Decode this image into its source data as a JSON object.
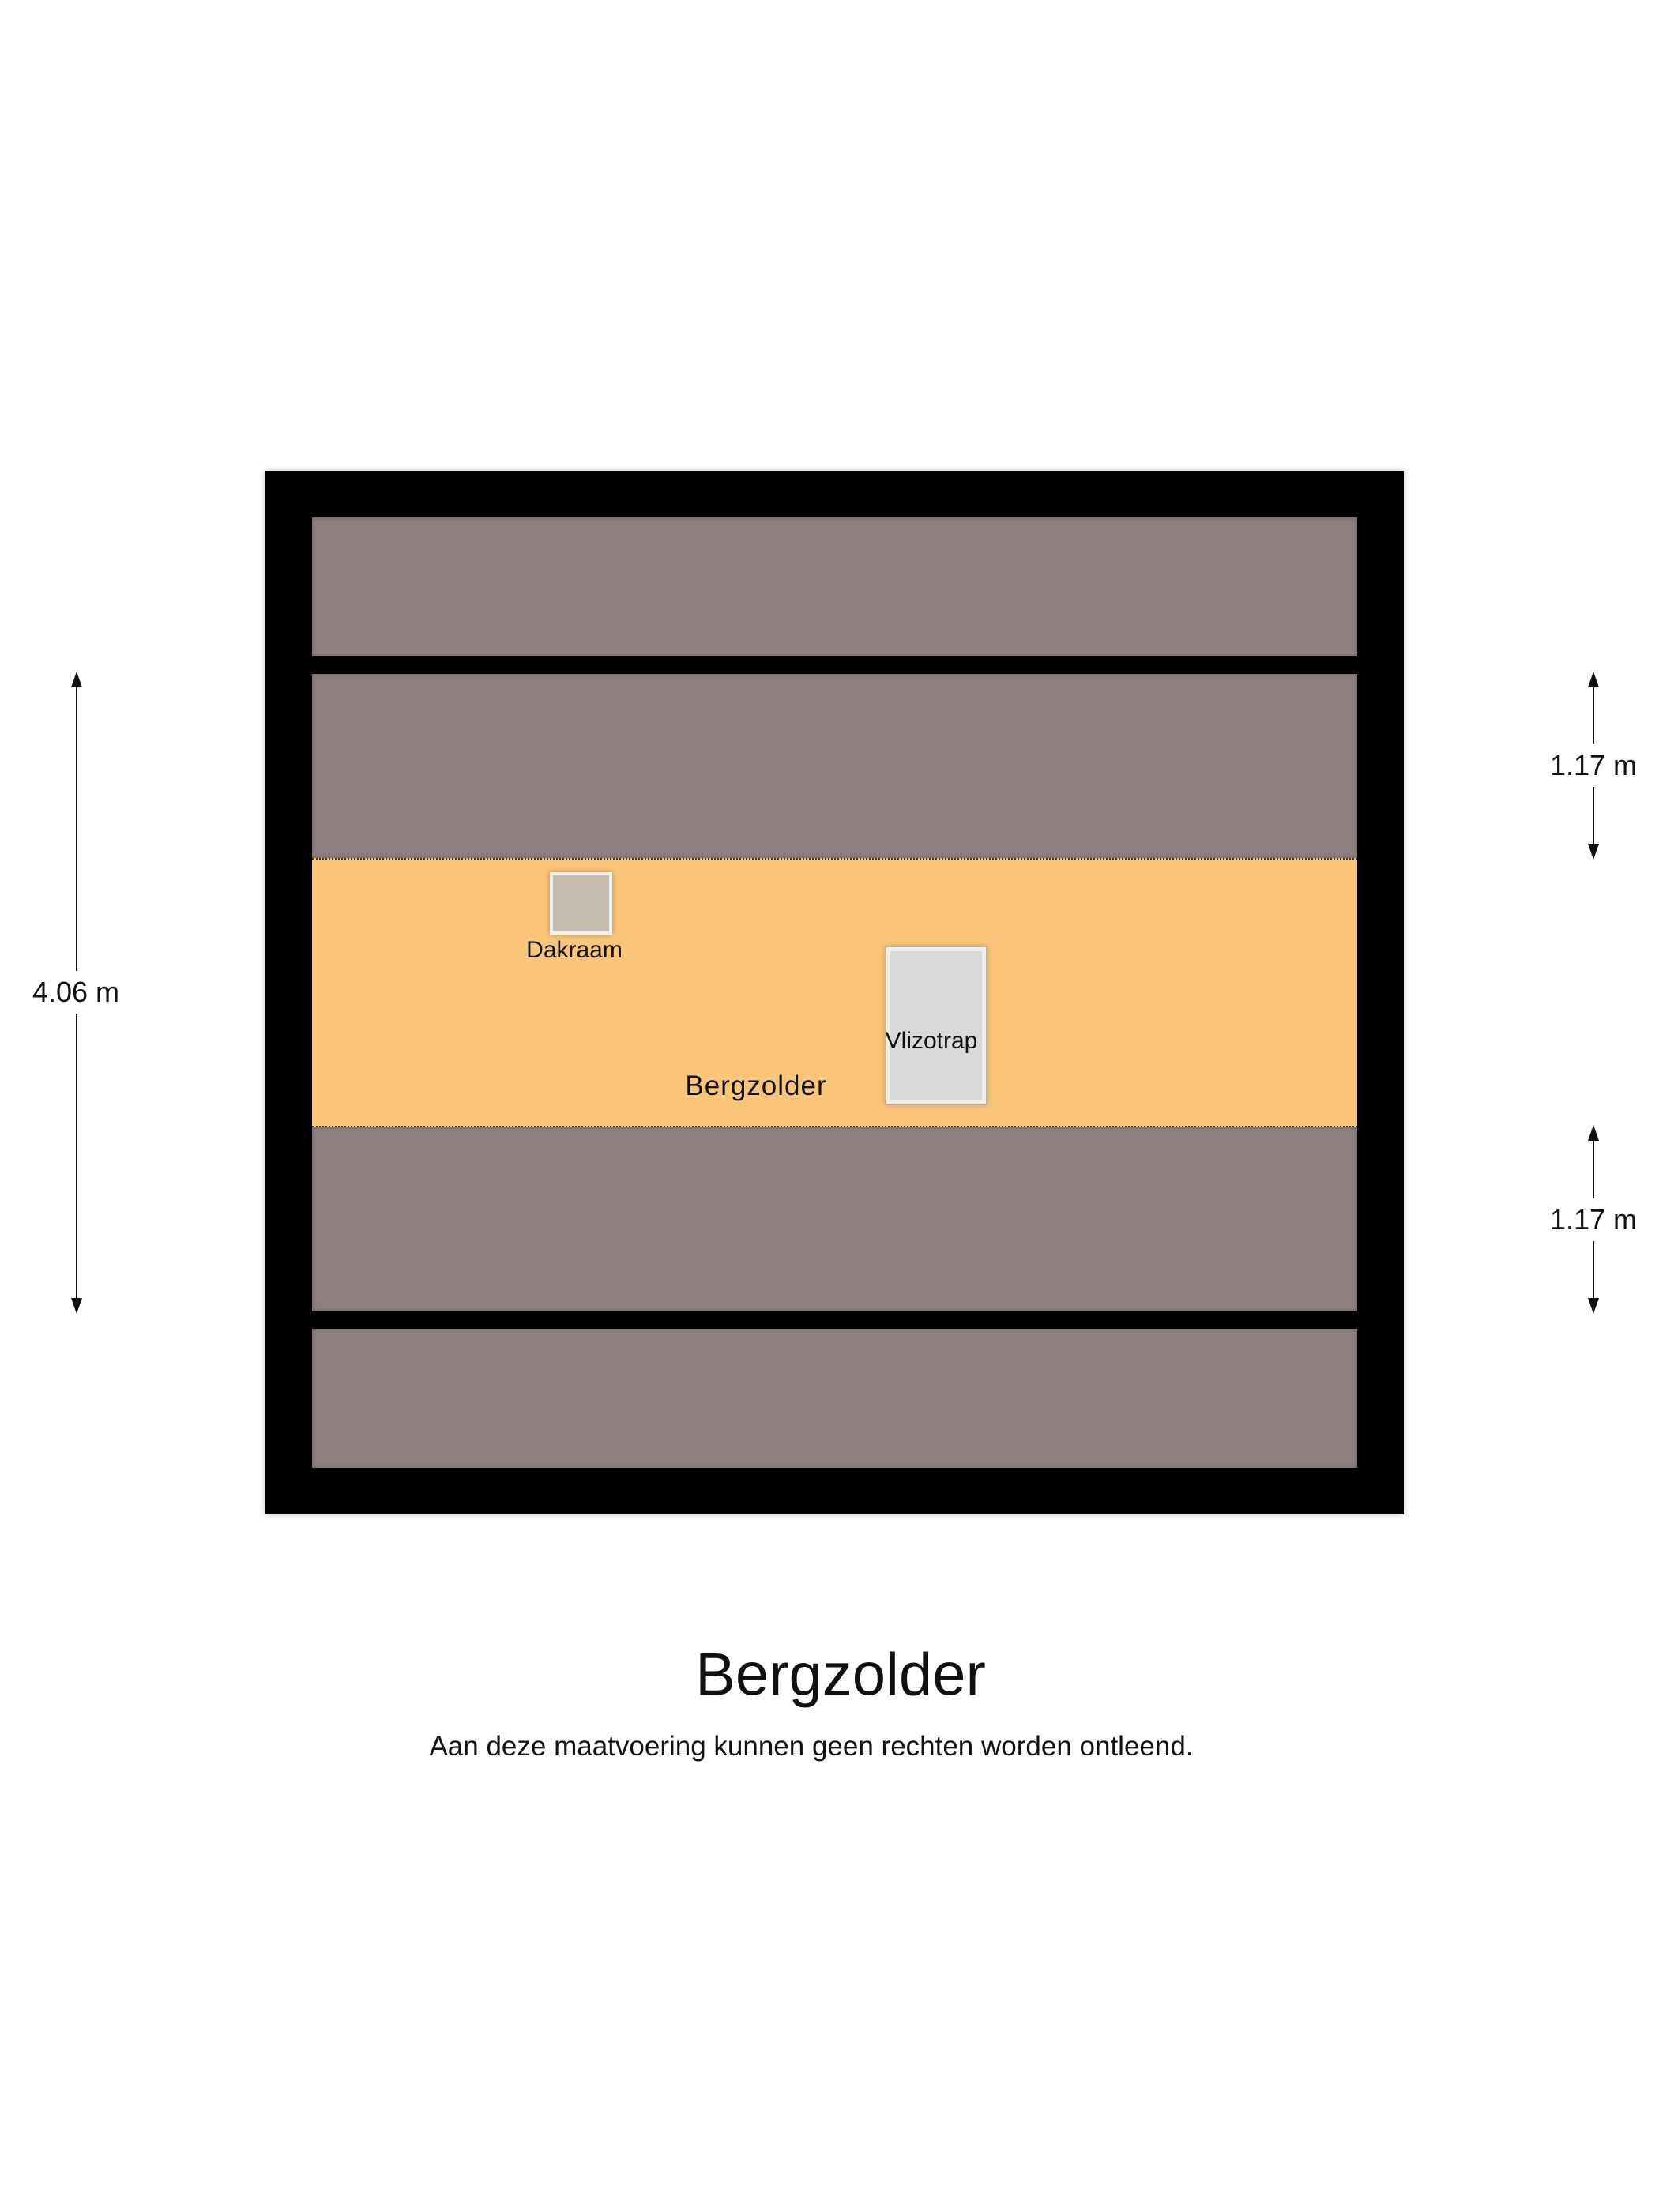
{
  "plan": {
    "room_label": "Bergzolder",
    "dakraam_label": "Dakraam",
    "vlizotrap_label": "Vlizotrap"
  },
  "dimensions": {
    "left": "4.06 m",
    "right_top": "1.17 m",
    "right_bottom": "1.17 m"
  },
  "footer": {
    "title": "Bergzolder",
    "disclaimer": "Aan deze maatvoering kunnen geen rechten worden ontleend."
  },
  "colors": {
    "wall": "#000000",
    "slope": "#8e8080",
    "floor": "#f9c578",
    "dakraam": "#c6bcaf",
    "vlizotrap": "#d9d9d9"
  }
}
